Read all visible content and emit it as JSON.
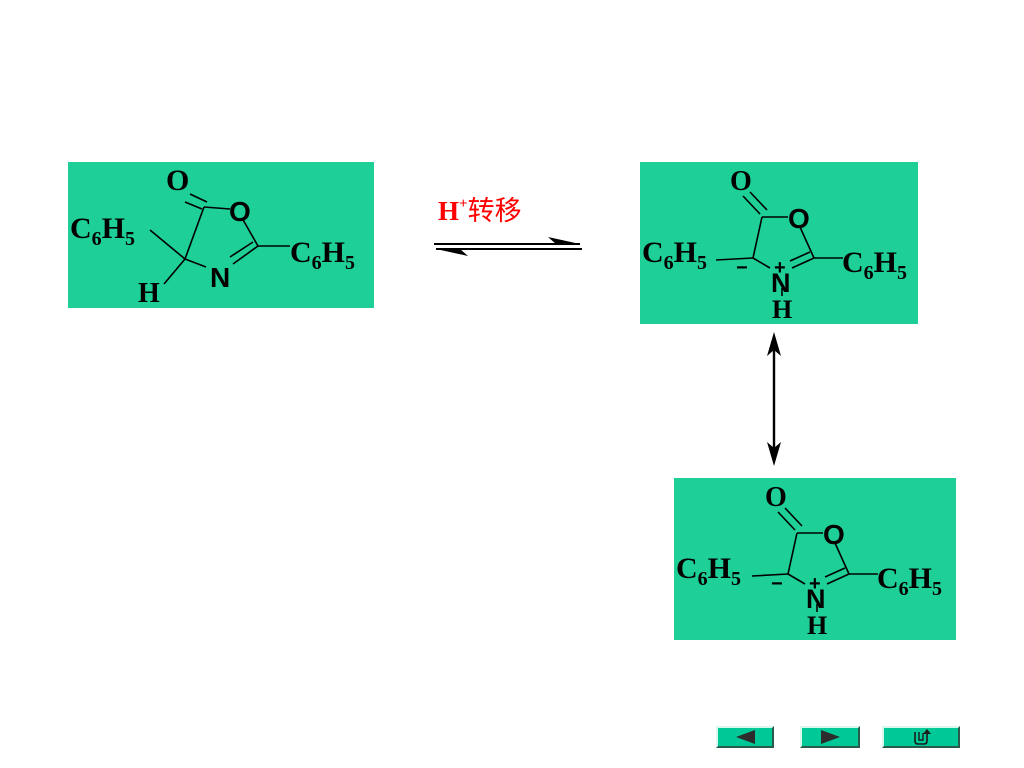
{
  "reaction": {
    "label_prefix": "H",
    "label_sup": "+",
    "label_cjk": "转移"
  },
  "molecules": {
    "reactant": {
      "carbonyl_o": "O",
      "ring_o": "O",
      "ring_n": "N",
      "h": "H",
      "left_group": {
        "c": "C",
        "sub1": "6",
        "h": "H",
        "sub2": "5"
      },
      "right_group": {
        "c": "C",
        "sub1": "6",
        "h": "H",
        "sub2": "5"
      }
    },
    "product_a": {
      "carbonyl_o": "O",
      "ring_o": "O",
      "ring_n": "N",
      "n_h": "H",
      "charge_minus": "−",
      "charge_plus": "+",
      "left_group": {
        "c": "C",
        "sub1": "6",
        "h": "H",
        "sub2": "5"
      },
      "right_group": {
        "c": "C",
        "sub1": "6",
        "h": "H",
        "sub2": "5"
      }
    },
    "product_b": {
      "carbonyl_o": "O",
      "ring_o": "O",
      "ring_n": "N",
      "n_h": "H",
      "charge_minus": "−",
      "charge_plus": "+",
      "left_group": {
        "c": "C",
        "sub1": "6",
        "h": "H",
        "sub2": "5"
      },
      "right_group": {
        "c": "C",
        "sub1": "6",
        "h": "H",
        "sub2": "5"
      }
    }
  },
  "colors": {
    "panel_background": "#1ecf97",
    "reaction_label": "#ff0000",
    "nav_button": "#00c896"
  },
  "nav": {
    "prev_icon": "triangle-left-icon",
    "next_icon": "triangle-right-icon",
    "return_icon": "return-arrow-icon"
  }
}
